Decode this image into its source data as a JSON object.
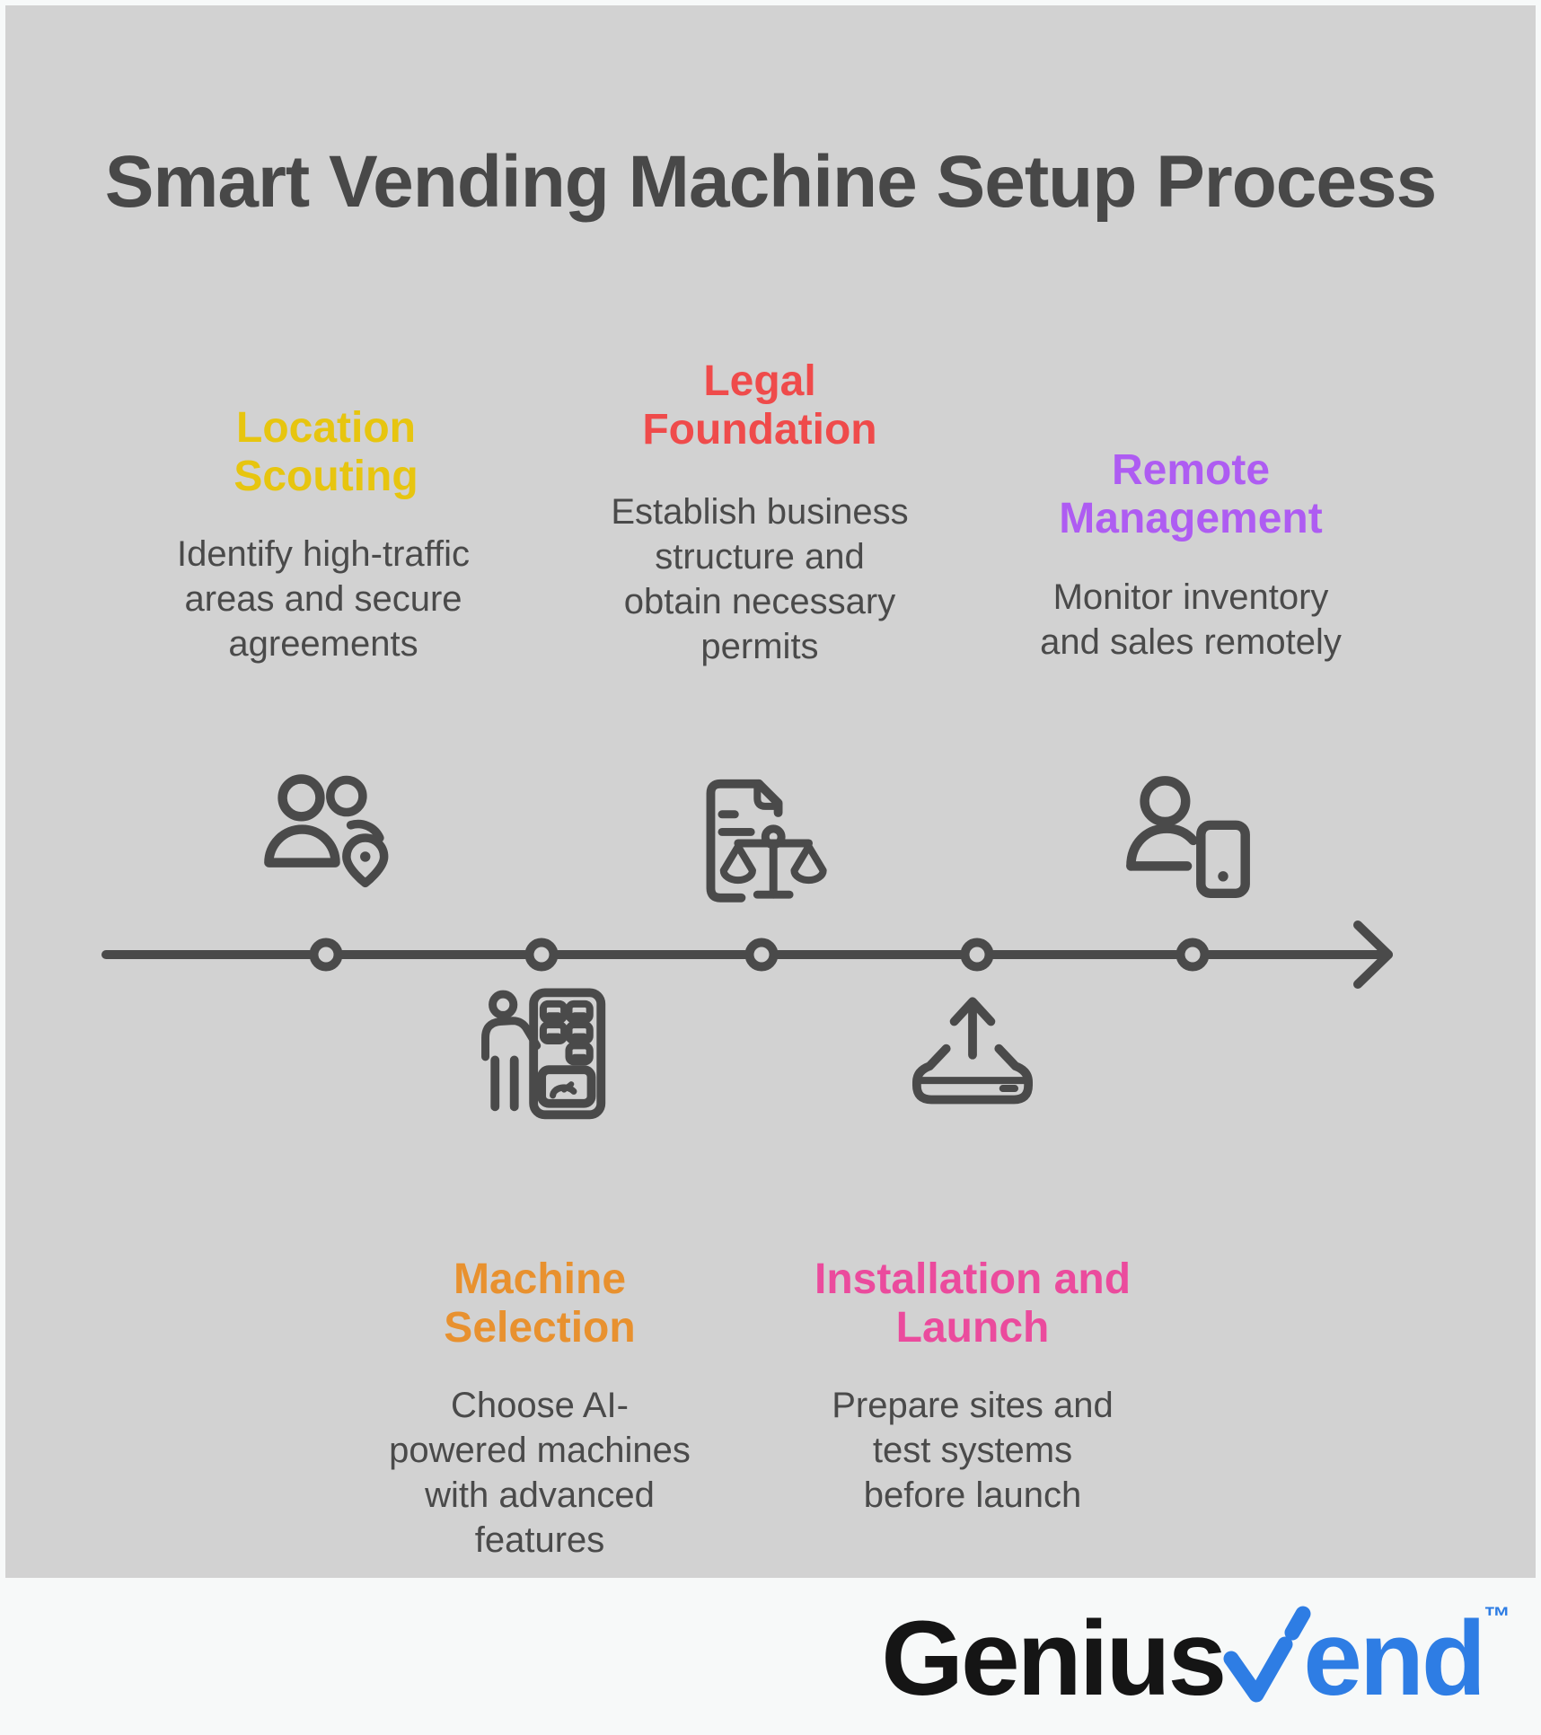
{
  "title": "Smart Vending Machine Setup Process",
  "colors": {
    "background": "#F7F9F9",
    "panel": "#D2D2D2",
    "text": "#4A4A4A",
    "timeline": "#4A4A4A",
    "logo_black": "#151515",
    "logo_blue": "#2E7DE4"
  },
  "timeline": {
    "nodes": 5,
    "direction": "left-to-right-arrow"
  },
  "steps": [
    {
      "name": "location-scouting",
      "heading": "Location\nScouting",
      "color": "#E7C50F",
      "description": "Identify high-traffic\nareas and secure\nagreements",
      "icon": "people-location-icon",
      "position": "above-timeline"
    },
    {
      "name": "machine-selection",
      "heading": "Machine\nSelection",
      "color": "#E8912F",
      "description": "Choose AI-\npowered machines\nwith advanced\nfeatures",
      "icon": "person-vending-machine-icon",
      "position": "below-timeline"
    },
    {
      "name": "legal-foundation",
      "heading": "Legal\nFoundation",
      "color": "#EF4B4B",
      "description": "Establish business\nstructure and\nobtain necessary\npermits",
      "icon": "document-scales-icon",
      "position": "above-timeline"
    },
    {
      "name": "installation-launch",
      "heading": "Installation and\nLaunch",
      "color": "#EB4B9D",
      "description": "Prepare sites and\ntest systems\nbefore launch",
      "icon": "box-launch-icon",
      "position": "below-timeline"
    },
    {
      "name": "remote-management",
      "heading": "Remote\nManagement",
      "color": "#AE5CF2",
      "description": "Monitor inventory\nand sales remotely",
      "icon": "person-phone-icon",
      "position": "above-timeline"
    }
  ],
  "logo": {
    "text_black": "Genius",
    "text_blue": "end",
    "trademark": "™"
  }
}
